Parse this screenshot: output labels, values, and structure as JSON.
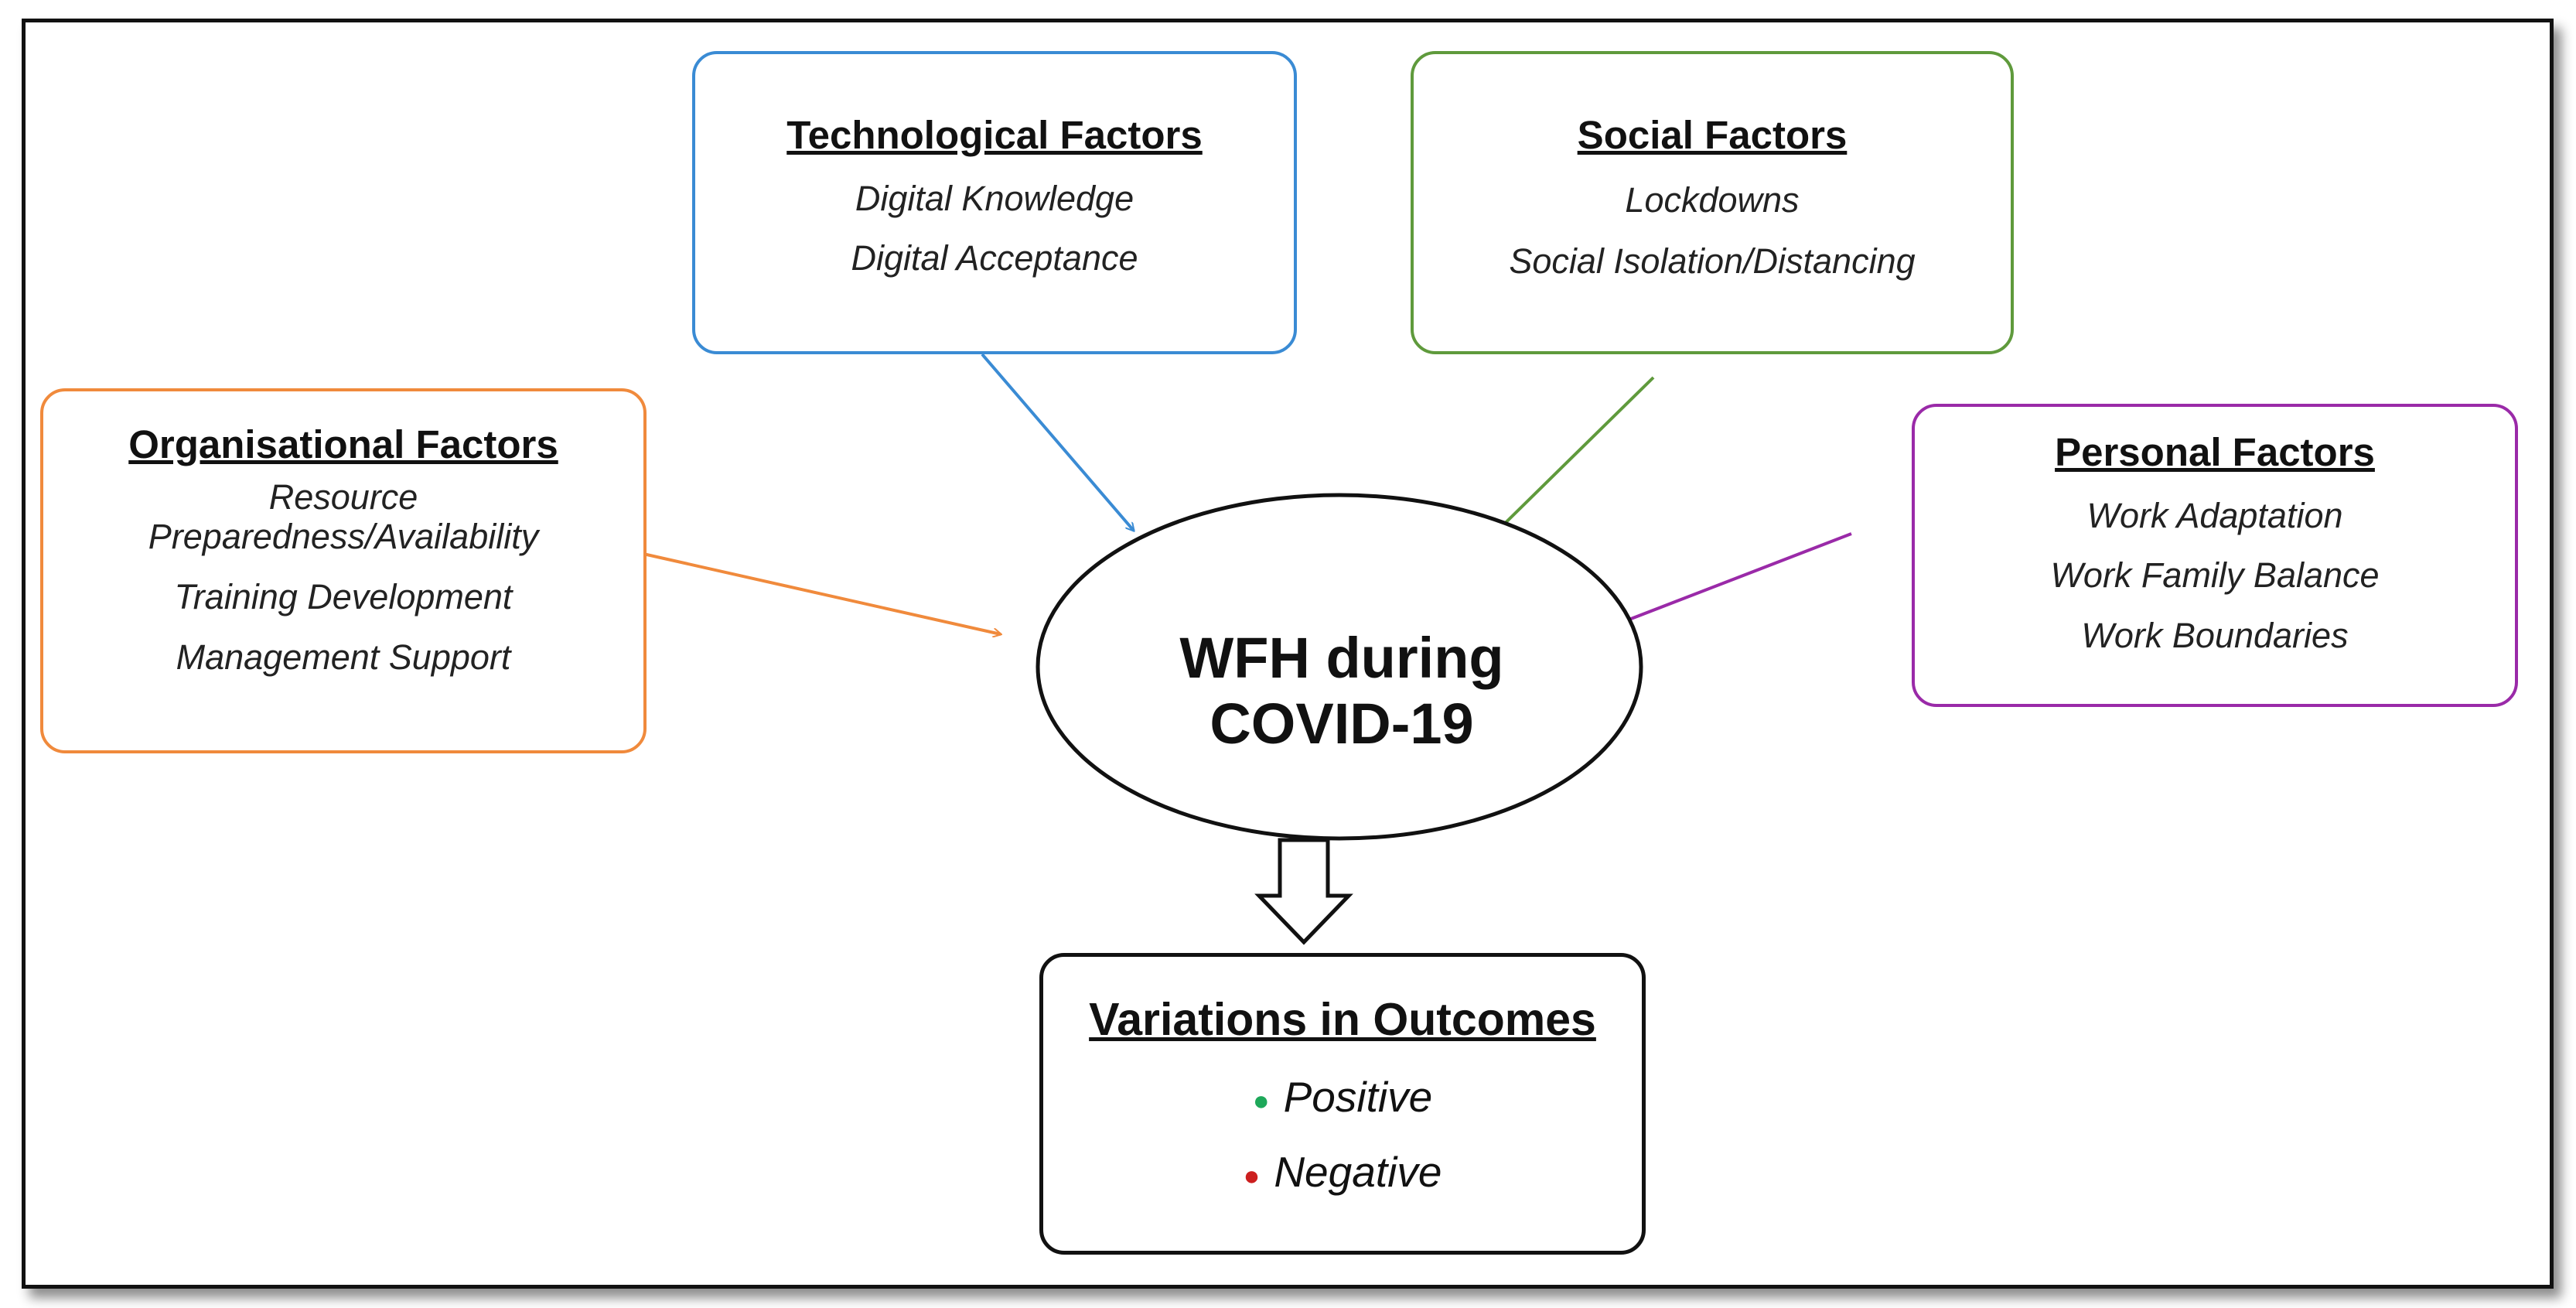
{
  "diagram": {
    "technological": {
      "title": "Technological Factors",
      "items": [
        "Digital Knowledge",
        "Digital Acceptance"
      ]
    },
    "social": {
      "title": "Social Factors",
      "items": [
        "Lockdowns",
        "Social Isolation/Distancing"
      ]
    },
    "organisational": {
      "title": "Organisational Factors",
      "items": [
        "Resource Preparedness/Availability",
        "Training Development",
        "Management Support"
      ]
    },
    "personal": {
      "title": "Personal Factors",
      "items": [
        "Work Adaptation",
        "Work Family Balance",
        "Work Boundaries"
      ]
    },
    "center": {
      "lines": [
        "WFH during",
        "COVID-19"
      ]
    },
    "outcomes": {
      "title": "Variations in Outcomes",
      "items": [
        "Positive",
        "Negative"
      ]
    },
    "colors": {
      "technological": "#3a8bd4",
      "social": "#5f9a3c",
      "organisational": "#f08a3c",
      "personal": "#9a2aa8",
      "outcome_positive": "#1ea85a",
      "outcome_negative": "#cc1f1f"
    }
  }
}
